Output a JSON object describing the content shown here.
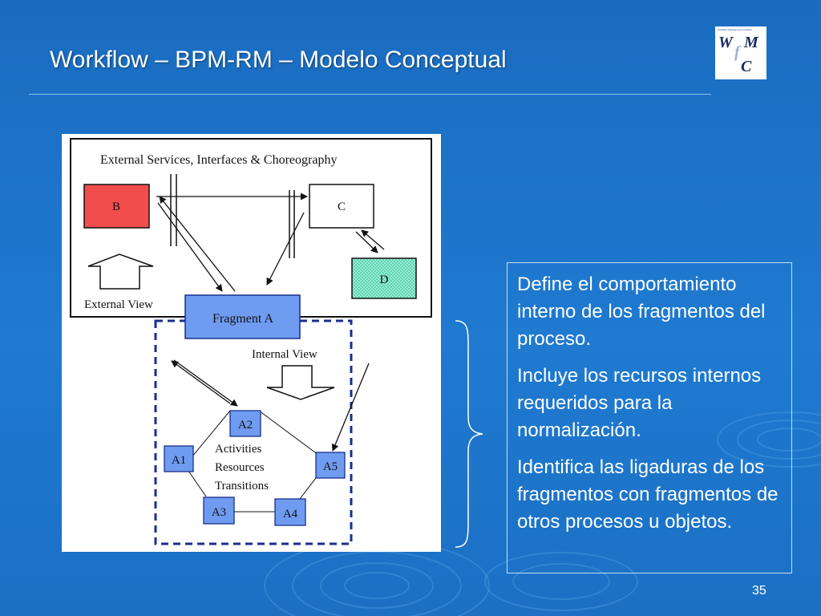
{
  "slide": {
    "title": "Workflow – BPM-RM – Modelo Conceptual",
    "page_number": "35"
  },
  "logo": {
    "line1": "W",
    "line1b": "M",
    "line_f": "f",
    "line2": "C",
    "tagline": "Workflow Management Coalition"
  },
  "diagram": {
    "external_header": "External Services, Interfaces & Choreography",
    "box_b": "B",
    "box_c": "C",
    "box_d": "D",
    "external_view": "External View",
    "fragment_a": "Fragment A",
    "internal_view": "Internal View",
    "a1": "A1",
    "a2": "A2",
    "a3": "A3",
    "a4": "A4",
    "a5": "A5",
    "center_lines": [
      "Activities",
      "Resources",
      "Transitions"
    ],
    "colors": {
      "box_b": "#f24d4d",
      "box_d": "#8ff0d2",
      "activity": "#6f9cf0",
      "fragment": "#6f9cf0",
      "dashed": "#1a2f8c"
    }
  },
  "textbox": {
    "paragraphs": [
      "Define el comportamiento interno de los fragmentos del proceso.",
      "Incluye los recursos internos requeridos para la normalización.",
      "Identifica las ligaduras de los fragmentos con fragmentos de otros procesos u objetos."
    ]
  }
}
